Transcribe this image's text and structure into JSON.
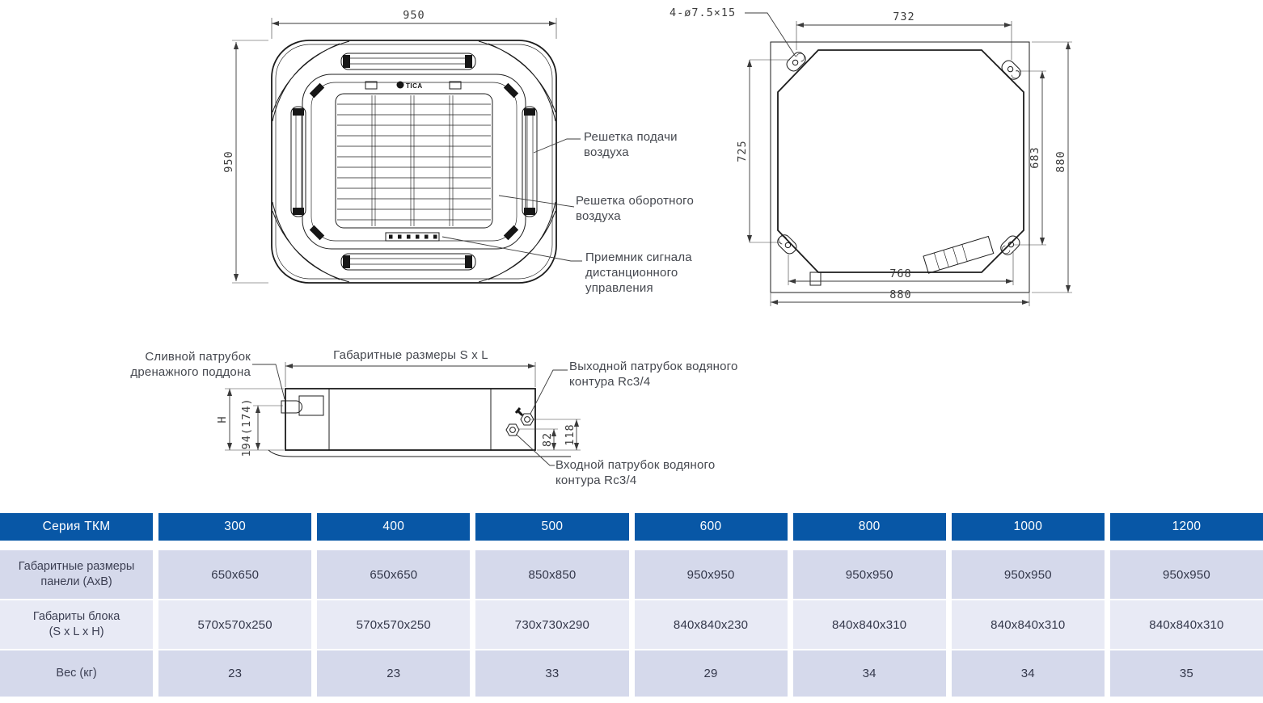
{
  "front_view": {
    "dim_width": "950",
    "dim_height": "950",
    "logo": "TICA",
    "labels": {
      "supply": "Решетка подачи воздуха",
      "return": "Решетка оборотного воздуха",
      "receiver": "Приемник сигнала дистанционного управления"
    }
  },
  "top_view": {
    "holes": "4-ø7.5×15",
    "dim_top": "732",
    "dim_left": "725",
    "dim_right_inner": "683",
    "dim_right_outer": "880",
    "dim_bottom_inner": "768",
    "dim_bottom_outer": "880"
  },
  "side_view": {
    "labels": {
      "drain": "Сливной патрубок дренажного поддона",
      "overall": "Габаритные размеры S x L",
      "outlet": "Выходной патрубок водяного контура Rc3/4",
      "inlet": "Входной патрубок водяного контура Rc3/4"
    },
    "dim_height": "H",
    "dim_drain_height": "194(174)",
    "dim_inlet_height": "82",
    "dim_outlet_height": "118"
  },
  "table": {
    "header": {
      "series": "Серия ТКМ",
      "models": [
        "300",
        "400",
        "500",
        "600",
        "800",
        "1000",
        "1200"
      ]
    },
    "rows": [
      {
        "label": "Габаритные размеры",
        "label2": "панели (АхВ)",
        "values": [
          "650x650",
          "650x650",
          "850x850",
          "950x950",
          "950x950",
          "950x950",
          "950x950"
        ]
      },
      {
        "label": "Габариты блока",
        "label2": "(S x L x H)",
        "values": [
          "570x570x250",
          "570x570x250",
          "730x730x290",
          "840x840x230",
          "840x840x310",
          "840x840x310",
          "840x840x310"
        ]
      },
      {
        "label": "Вес (кг)",
        "label2": "",
        "values": [
          "23",
          "23",
          "33",
          "29",
          "34",
          "34",
          "35"
        ]
      }
    ],
    "colors": {
      "header_bg": "#0857A6",
      "header_text": "#ffffff",
      "row_dark": "#D5D9EB",
      "row_light": "#E8EAF5",
      "line_color": "#1c1c1c"
    }
  }
}
